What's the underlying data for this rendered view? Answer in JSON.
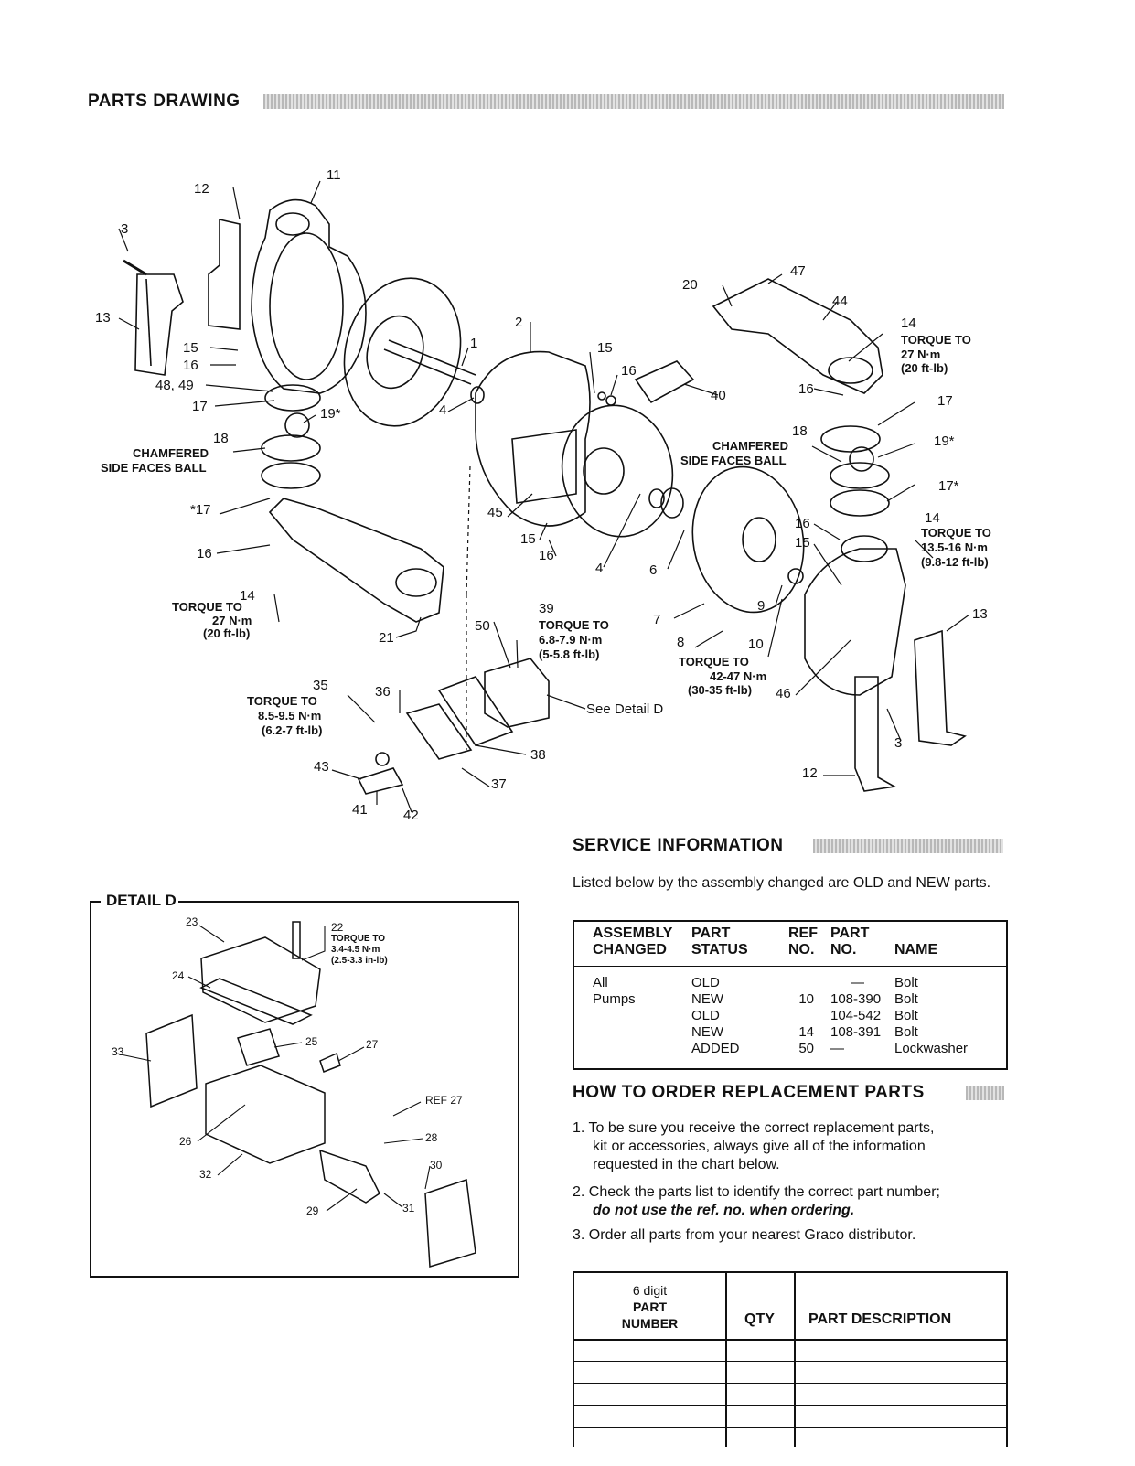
{
  "sections": {
    "parts_drawing": "PARTS DRAWING",
    "detail_d": "DETAIL D",
    "service_information": "SERVICE INFORMATION",
    "how_to_order": "HOW TO ORDER REPLACEMENT PARTS"
  },
  "callouts": {
    "c11": "11",
    "c12": "12",
    "c3": "3",
    "c13": "13",
    "c15a": "15",
    "c16a": "16",
    "c48_49": "48, 49",
    "c17a": "17",
    "c19a": "19*",
    "c18a": "18",
    "chamfered": "CHAMFERED",
    "side_faces_ball": "SIDE FACES BALL",
    "c17b": "*17",
    "c16b": "16",
    "c14a": "14",
    "torque_to": "TORQUE TO",
    "t27nm": "27 N·m",
    "t20ftlb": "(20 ft-lb)",
    "c21": "21",
    "c2": "2",
    "c1": "1",
    "c4a": "4",
    "c15b": "15",
    "c16c": "16",
    "c40": "40",
    "c45": "45",
    "c15c": "15",
    "c16d": "16",
    "c4b": "4",
    "c20": "20",
    "c47": "47",
    "c44": "44",
    "c14b": "14",
    "c16e": "16",
    "c17c": "17",
    "c18b": "18",
    "c19b": "19*",
    "c17d": "17*",
    "c16f": "16",
    "c15d": "15",
    "c14c": "14",
    "t1316": "13.5-16 N·m",
    "t912": "(9.8-12 ft-lb)",
    "c6": "6",
    "c7": "7",
    "c8": "8",
    "c9": "9",
    "c10": "10",
    "t4247": "42-47 N·m",
    "t3035": "(30-35 ft-lb)",
    "c46": "46",
    "c13b": "13",
    "c3b": "3",
    "c12b": "12",
    "c39": "39",
    "t6879": "6.8-7.9 N·m",
    "t558": "(5-5.8 ft-lb)",
    "c50": "50",
    "see_detail": "See Detail D",
    "c35": "35",
    "t8595": "8.5-9.5 N·m",
    "t627": "(6.2-7 ft-lb)",
    "c36": "36",
    "c43": "43",
    "c41": "41",
    "c42": "42",
    "c38": "38",
    "c37": "37"
  },
  "detail": {
    "c22": "22",
    "torque_to": "TORQUE TO",
    "t3445": "3.4-4.5 N·m",
    "t2533": "(2.5-3.3 in-lb)",
    "c23": "23",
    "c24": "24",
    "c25": "25",
    "c27": "27",
    "c33": "33",
    "ref27": "REF 27",
    "c26": "26",
    "c28": "28",
    "c32": "32",
    "c30": "30",
    "c29": "29",
    "c31": "31"
  },
  "service": {
    "intro": "Listed below by the assembly changed are OLD and NEW parts.",
    "headers": {
      "assembly": "ASSEMBLY",
      "changed": "CHANGED",
      "part": "PART",
      "status": "STATUS",
      "ref": "REF",
      "no": "NO.",
      "part2": "PART",
      "no2": "NO.",
      "name": "NAME"
    },
    "assembly": [
      "All",
      "Pumps"
    ],
    "rows": [
      {
        "status": "OLD",
        "ref": "",
        "part": "—",
        "name": "Bolt"
      },
      {
        "status": "NEW",
        "ref": "10",
        "part": "108-390",
        "name": "Bolt"
      },
      {
        "status": "OLD",
        "ref": "",
        "part": "104-542",
        "name": "Bolt"
      },
      {
        "status": "NEW",
        "ref": "14",
        "part": "108-391",
        "name": "Bolt"
      },
      {
        "status": "ADDED",
        "ref": "50",
        "part": "—",
        "name": "Lockwasher"
      }
    ]
  },
  "order": {
    "step1_a": "1. To be sure you receive the correct replacement parts,",
    "step1_b": "kit or accessories, always give all of the information",
    "step1_c": "requested in the chart below.",
    "step2_a": "2. Check the parts list to identify the correct part number;",
    "step2_b": "do not use the ref. no. when ordering.",
    "step3": "3. Order all parts from your nearest Graco distributor.",
    "table_headers": {
      "digit": "6 digit",
      "part": "PART",
      "number": "NUMBER",
      "qty": "QTY",
      "description": "PART DESCRIPTION"
    }
  }
}
